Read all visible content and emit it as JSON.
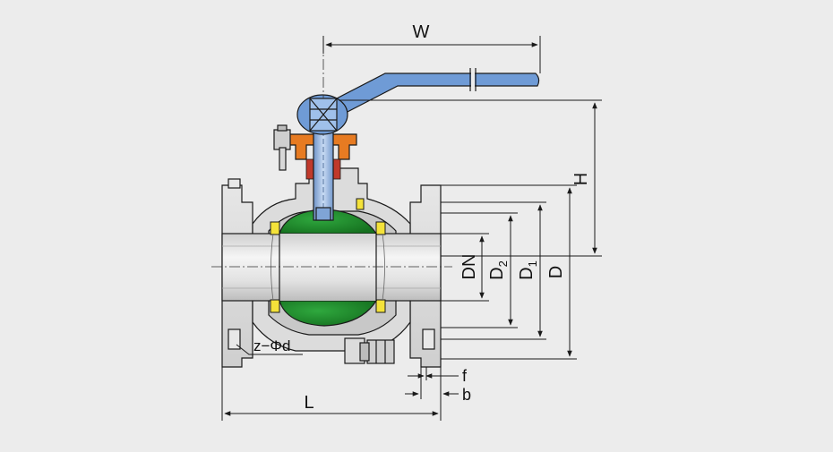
{
  "labels": {
    "w": "W",
    "h": "H",
    "dn": "DN",
    "d2_main": "D",
    "d2_sub": "2",
    "d1_main": "D",
    "d1_sub": "1",
    "d": "D",
    "z_phi_d": "z−Φd",
    "f": "f",
    "b": "b",
    "l": "L"
  },
  "colors": {
    "background": "#ececec",
    "line": "#1a1a1a",
    "body_light": "#eeeeee",
    "body_mid": "#d4d4d4",
    "ball_green": "#1f8a2e",
    "stem_blue": "#8fb3e0",
    "handle_blue": "#6f9bd6",
    "seal_yellow": "#f4e23a",
    "gland_orange": "#e77b22"
  }
}
